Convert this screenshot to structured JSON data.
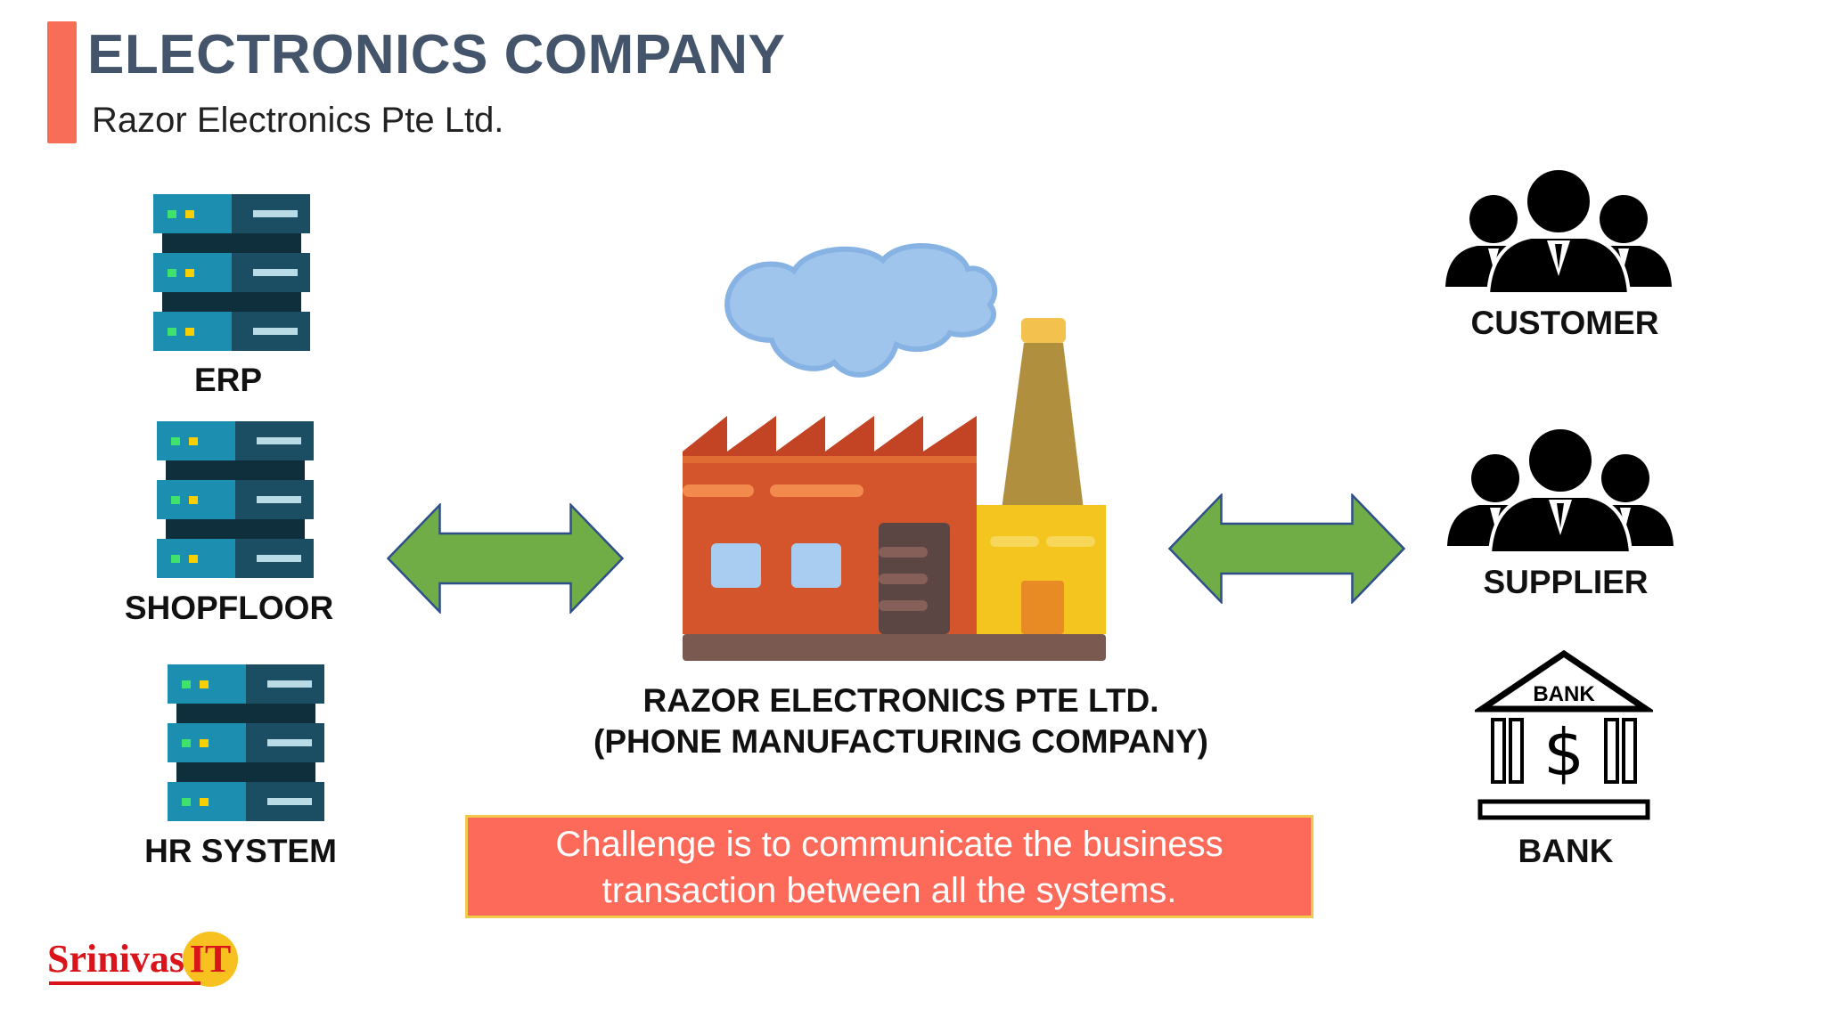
{
  "header": {
    "title": "ELECTRONICS COMPANY",
    "subtitle": "Razor Electronics Pte Ltd."
  },
  "left_systems": [
    {
      "label": "ERP"
    },
    {
      "label": "SHOPFLOOR"
    },
    {
      "label": "HR SYSTEM"
    }
  ],
  "center": {
    "line1": "RAZOR ELECTRONICS PTE LTD.",
    "line2": "(PHONE MANUFACTURING COMPANY)"
  },
  "right_parties": [
    {
      "label": "CUSTOMER"
    },
    {
      "label": "SUPPLIER"
    },
    {
      "label": "BANK"
    }
  ],
  "bank_icon": {
    "sign_text": "BANK",
    "symbol": "$"
  },
  "challenge": {
    "line1": "Challenge is to communicate the business",
    "line2": "transaction between all the systems."
  },
  "logo": {
    "text": "Srinivas",
    "badge": "IT"
  },
  "icons": {
    "server": "server-rack-icon",
    "factory": "factory-icon",
    "people": "people-group-icon",
    "bank": "bank-building-icon",
    "arrow": "double-arrow-icon"
  },
  "colors": {
    "accent": "#f76d57",
    "title": "#44546a",
    "arrow_fill": "#70ad47",
    "arrow_stroke": "#2f4f8a",
    "challenge_bg": "#fe6a5a",
    "challenge_border": "#f2c94c"
  }
}
